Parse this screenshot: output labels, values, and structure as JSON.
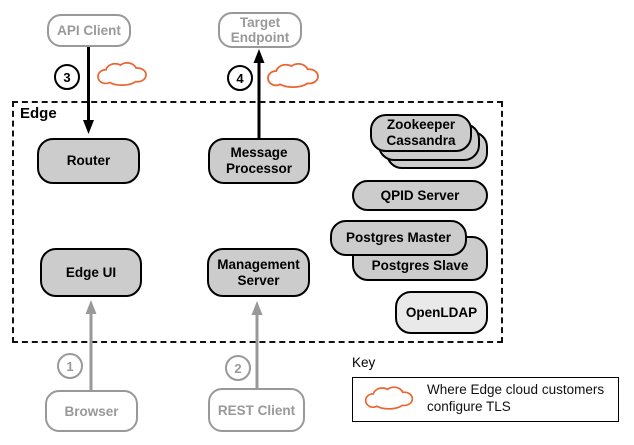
{
  "diagram": {
    "external": {
      "api_client": "API Client",
      "target_endpoint": "Target Endpoint",
      "browser": "Browser",
      "rest_client": "REST Client"
    },
    "edge": {
      "label": "Edge",
      "router": "Router",
      "message_processor": "Message Processor",
      "zookeeper": "Zookeeper",
      "cassandra": "Cassandra",
      "qpid_server": "QPID Server",
      "postgres_master": "Postgres Master",
      "postgres_slave": "Postgres Slave",
      "openldap": "OpenLDAP",
      "edge_ui": "Edge UI",
      "management_server": "Management Server"
    },
    "steps": {
      "s1": "1",
      "s2": "2",
      "s3": "3",
      "s4": "4"
    },
    "key": {
      "title": "Key",
      "line1": "Where Edge cloud customers",
      "line2": "configure TLS"
    },
    "colors": {
      "component_fill": "#cccccc",
      "openldap_fill": "#e9e9e9",
      "external_gray": "#999999",
      "cloud_orange": "#eb6530"
    }
  }
}
